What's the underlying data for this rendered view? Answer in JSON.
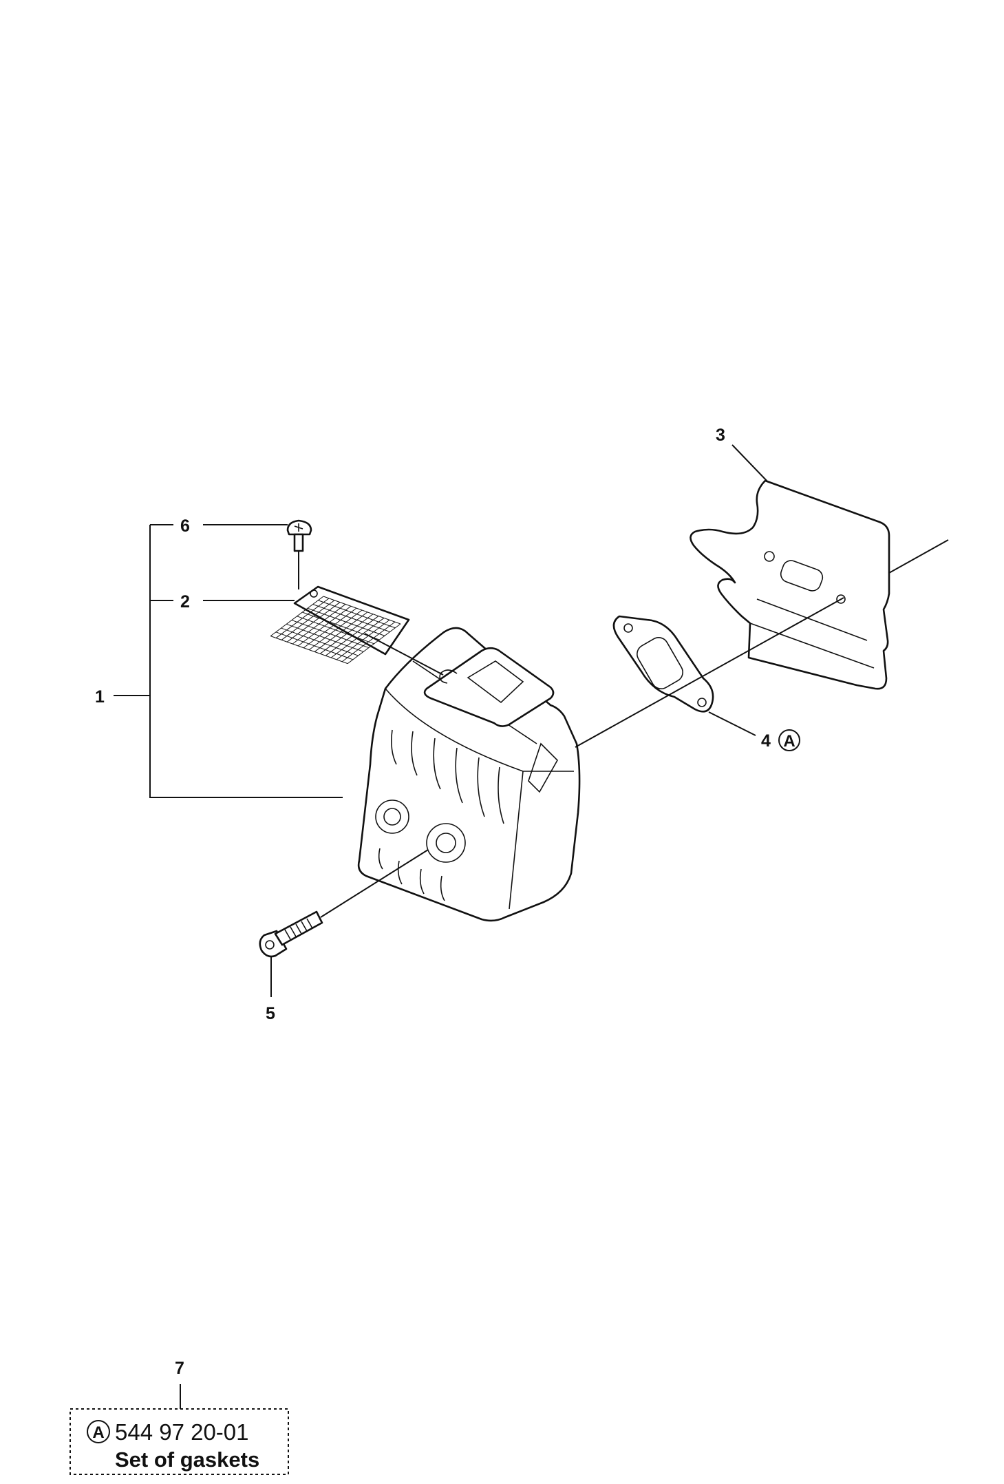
{
  "callouts": {
    "c1": "1",
    "c2": "2",
    "c3": "3",
    "c4": "4",
    "c5": "5",
    "c6": "6",
    "c7": "7"
  },
  "ref_marker": "A",
  "kit": {
    "marker": "A",
    "part_number": "544 97 20-01",
    "name": "Set of gaskets"
  }
}
